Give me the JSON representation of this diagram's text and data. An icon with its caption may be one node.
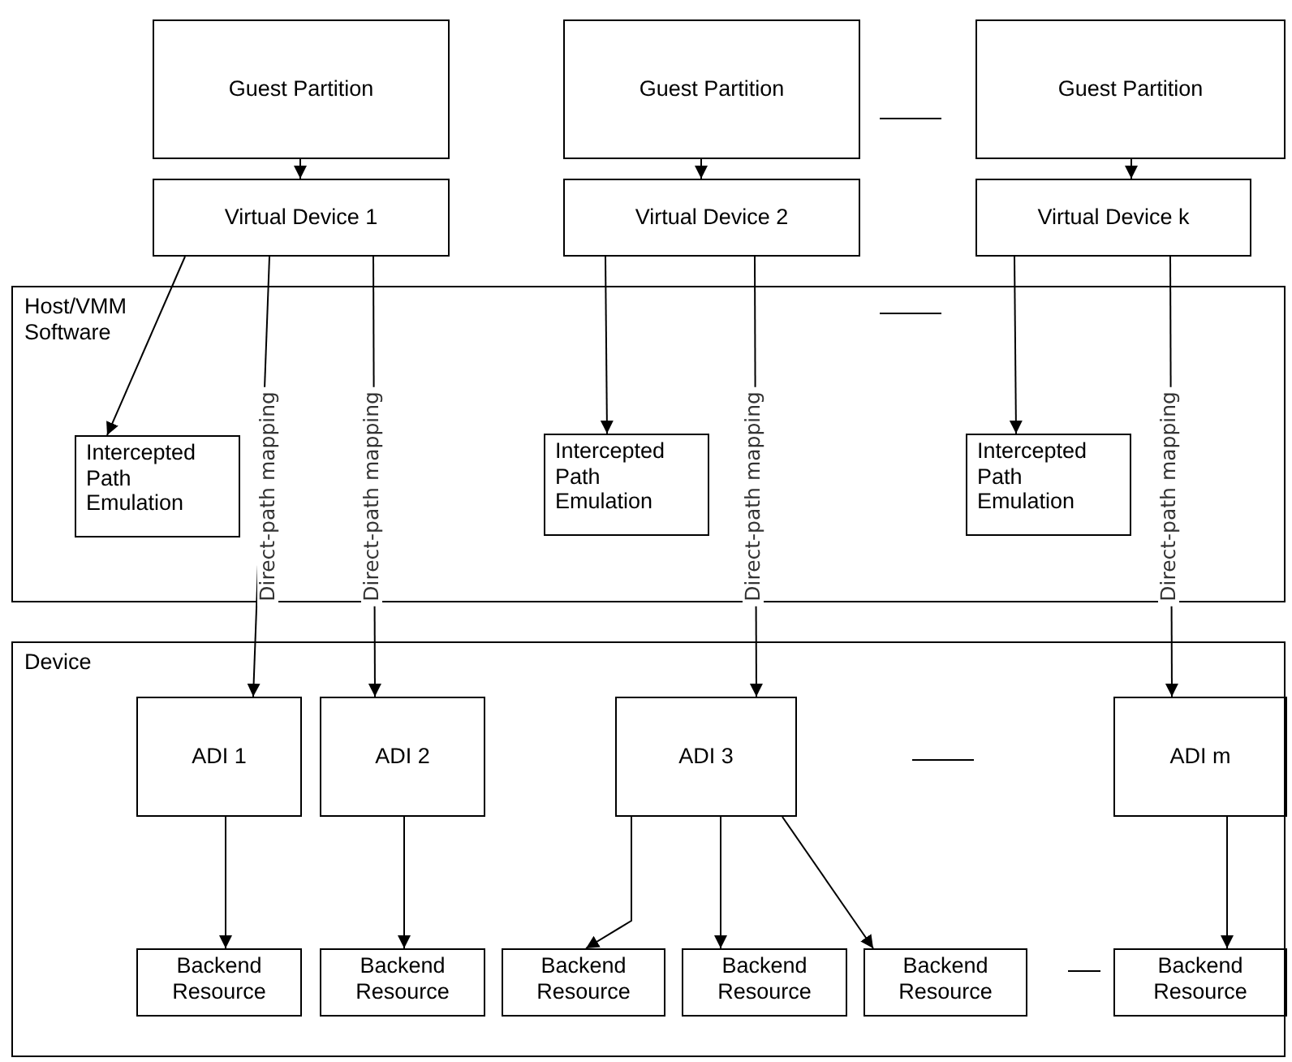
{
  "diagram": {
    "nodes": [
      {
        "text": [
          "Guest Partition"
        ]
      },
      {
        "text": [
          "Virtual Device 1"
        ]
      },
      {
        "text": [
          "Guest Partition"
        ]
      },
      {
        "text": [
          "Virtual Device 2"
        ]
      },
      {
        "text": [
          "Guest Partition"
        ]
      },
      {
        "text": [
          "Virtual Device k"
        ]
      },
      {
        "text": [
          "Host/VMM Software"
        ]
      },
      {
        "text": [
          "Intercepted Path Emulation"
        ],
        "in": 6
      },
      {
        "text": [
          "Intercepted Path Emulation"
        ],
        "in": 6
      },
      {
        "text": [
          "Intercepted Path Emulation"
        ],
        "in": 6
      },
      {
        "text": [
          "Device"
        ]
      },
      {
        "text": [
          "ADI 1"
        ],
        "in": 10
      },
      {
        "text": [
          "ADI 2"
        ],
        "in": 10
      },
      {
        "text": [
          "ADI 3"
        ],
        "in": 10
      },
      {
        "text": [
          "ADI m"
        ],
        "in": 10
      },
      {
        "text": [
          "Backend Resource"
        ],
        "in": 10
      },
      {
        "text": [
          "Backend Resource"
        ],
        "in": 10
      },
      {
        "text": [
          "Backend Resource"
        ],
        "in": 10
      },
      {
        "text": [
          "Backend Resource"
        ],
        "in": 10
      },
      {
        "text": [
          "Backend Resource"
        ],
        "in": 10
      },
      {
        "text": [
          "Backend Resource"
        ],
        "in": 10
      }
    ],
    "edges": [
      {
        "from": 0,
        "to": 1,
        "arrow": "to"
      },
      {
        "from": 2,
        "to": 3,
        "arrow": "to"
      },
      {
        "from": 4,
        "to": 5,
        "arrow": "to"
      },
      {
        "from": 1,
        "to": 7,
        "arrow": "to"
      },
      {
        "from": 1,
        "to": 11,
        "arrow": "to",
        "label": "Direct-path mapping"
      },
      {
        "from": 1,
        "to": 12,
        "arrow": "to",
        "label": "Direct-path mapping"
      },
      {
        "from": 3,
        "to": 8,
        "arrow": "to"
      },
      {
        "from": 3,
        "to": 13,
        "arrow": "to",
        "label": "Direct-path mapping"
      },
      {
        "from": 5,
        "to": 9,
        "arrow": "to"
      },
      {
        "from": 5,
        "to": 14,
        "arrow": "to",
        "label": "Direct-path mapping"
      },
      {
        "from": 11,
        "to": 15,
        "arrow": "to"
      },
      {
        "from": 12,
        "to": 16,
        "arrow": "to"
      },
      {
        "from": 13,
        "to": 17,
        "arrow": "to"
      },
      {
        "from": 13,
        "to": 18,
        "arrow": "to"
      },
      {
        "from": 13,
        "to": 19,
        "arrow": "to"
      },
      {
        "from": 14,
        "to": 20,
        "arrow": "to"
      }
    ]
  }
}
